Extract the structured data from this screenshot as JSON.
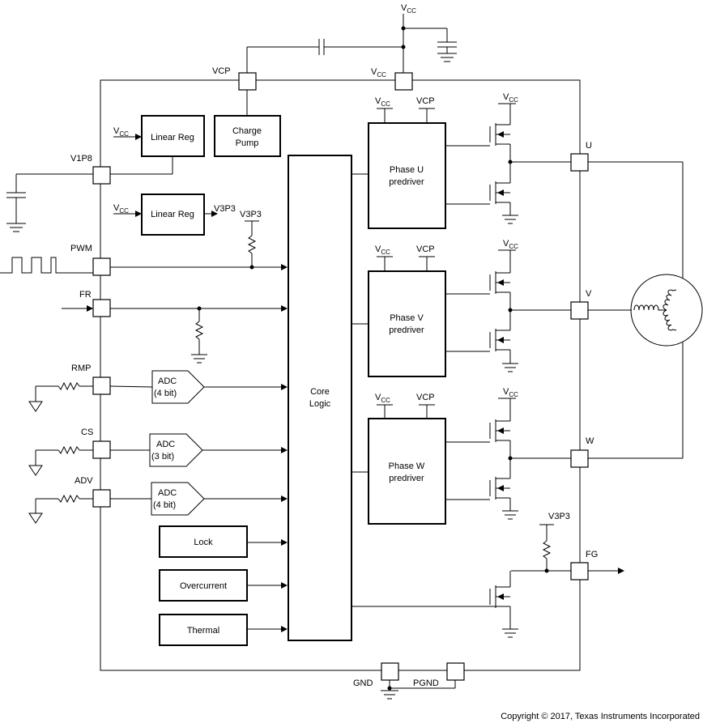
{
  "labels": {
    "vcc_main": "V",
    "cc_sub": "CC",
    "vcp_pin": "VCP",
    "vcc_pin": "V",
    "v1p8_pin": "V1P8",
    "pwm_pin": "PWM",
    "fr_pin": "FR",
    "rmp_pin": "RMP",
    "cs_pin": "CS",
    "adv_pin": "ADV",
    "u_pin": "U",
    "v_pin": "V",
    "w_pin": "W",
    "fg_pin": "FG",
    "gnd_pin": "GND",
    "pgnd_pin": "PGND",
    "v3p3": "V3P3",
    "vcp": "VCP"
  },
  "blocks": {
    "linear_reg_1": "Linear Reg",
    "linear_reg_2": "Linear Reg",
    "charge_pump_1": "Charge",
    "charge_pump_2": "Pump",
    "core_logic_1": "Core",
    "core_logic_2": "Logic",
    "phase_u_1": "Phase U",
    "phase_u_2": "predriver",
    "phase_v_1": "Phase V",
    "phase_v_2": "predriver",
    "phase_w_1": "Phase W",
    "phase_w_2": "predriver",
    "adc": "ADC",
    "adc_rmp_bits": "(4 bit)",
    "adc_cs_bits": "(3 bit)",
    "adc_adv_bits": "(4 bit)",
    "lock": "Lock",
    "overcurrent": "Overcurrent",
    "thermal": "Thermal"
  },
  "copyright": "Copyright © 2017, Texas Instruments Incorporated"
}
